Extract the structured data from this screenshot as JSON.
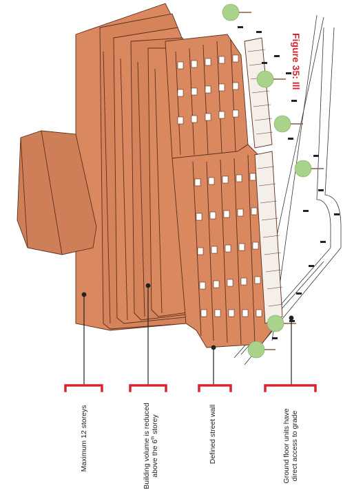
{
  "figure": {
    "caption_fragment": "Figure 35: Ill",
    "accent_color": "#d9242f",
    "building_color": "#d98860",
    "building_line_color": "#5a2d1c"
  },
  "callouts": [
    {
      "line1": "Maximum 12 storeys",
      "line2": ""
    },
    {
      "line1": "Building volume is reduced",
      "line2": "above the 6",
      "sup": "th",
      "line2_tail": " storey"
    },
    {
      "line1": "Defined street wall",
      "line2": ""
    },
    {
      "line1": "Ground floor units have",
      "line2": "direct access to grade"
    }
  ]
}
